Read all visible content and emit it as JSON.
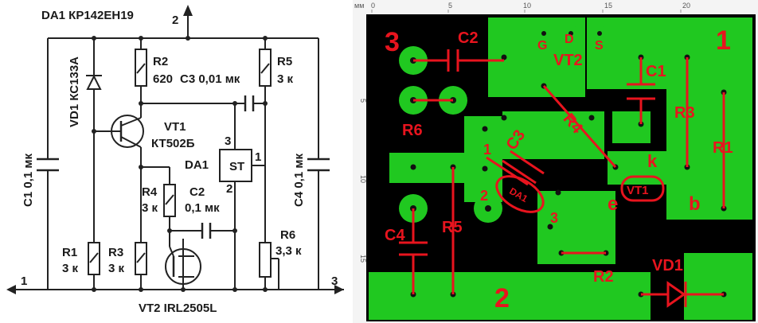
{
  "schematic": {
    "regulator_label": "DA1 КР142ЕН19",
    "node_top": "2",
    "node_left": "1",
    "node_right": "3",
    "components": {
      "vd1": "VD1 КС133А",
      "c1": "С1 0,1 мк",
      "r2_name": "R2",
      "r2_value": "620",
      "c3": "С3 0,01 мк",
      "r5_name": "R5",
      "r5_value": "3 к",
      "vt1_name": "VT1",
      "vt1_type": "КТ502Б",
      "da1_name": "DA1",
      "da1_body": "ST",
      "da1_pin3": "3",
      "da1_pin1": "1",
      "da1_pin2": "2",
      "c4": "С4 0,1 мк",
      "r4_name": "R4",
      "r4_value": "3 к",
      "c2_name": "С2",
      "c2_value": "0,1 мк",
      "r1_name": "R1",
      "r1_value": "3 к",
      "r3_name": "R3",
      "r3_value": "3 к",
      "r6_name": "R6",
      "r6_value": "3,3 к",
      "vt2": "VT2 IRL2505L"
    }
  },
  "pcb": {
    "ruler_unit": "мм",
    "ruler_ticks": [
      "0",
      "5",
      "10",
      "15",
      "20"
    ],
    "ruler_v_ticks": [
      "5",
      "10",
      "15"
    ],
    "labels": {
      "node3": "3",
      "node1": "1",
      "node2": "2",
      "c2": "C2",
      "g": "G",
      "d": "D",
      "s": "S",
      "vt2": "VT2",
      "c1": "C1",
      "r6": "R6",
      "c3": "C3",
      "r4": "R4",
      "r3": "R3",
      "r1": "R1",
      "k": "k",
      "vt1": "VT1",
      "e": "e",
      "b": "b",
      "da1": "DA1",
      "pin1": "1",
      "pin2": "2",
      "pin3": "3",
      "c4": "C4",
      "r5": "R5",
      "r2": "R2",
      "vd1": "VD1"
    },
    "colors": {
      "board": "#000000",
      "copper": "#20c820",
      "silk": "#e8141e"
    }
  }
}
